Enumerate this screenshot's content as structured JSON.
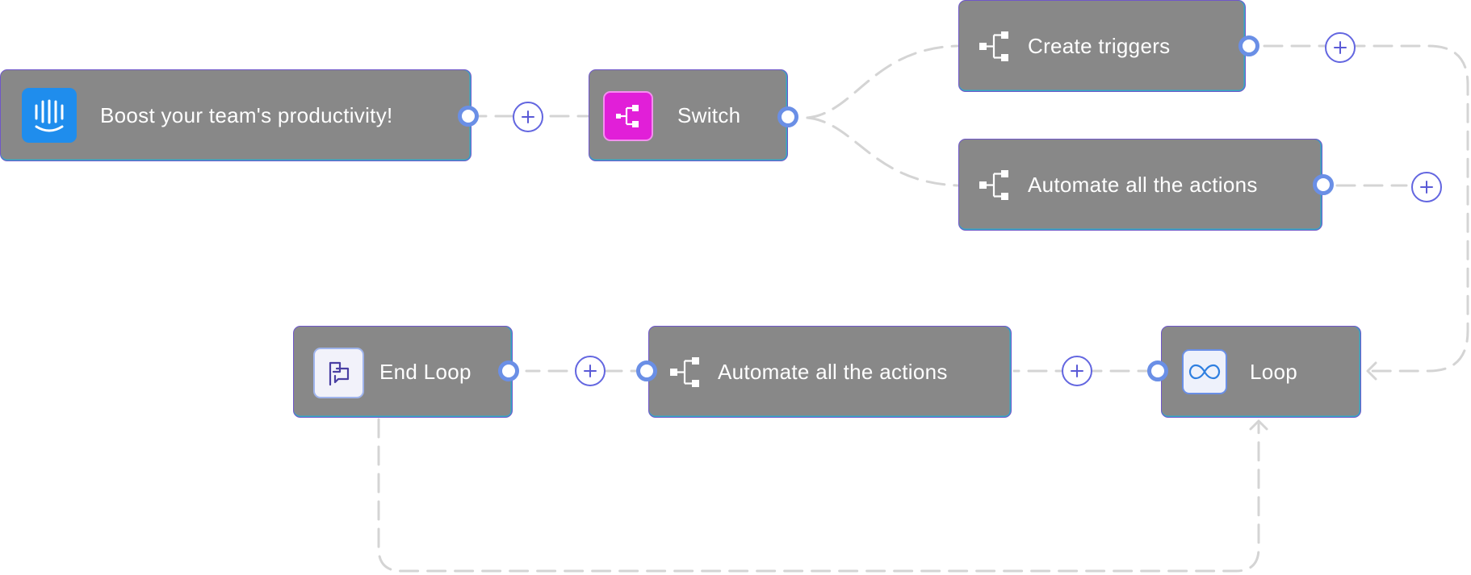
{
  "colors": {
    "node_fill": "#888888",
    "node_border": "#6f57c9",
    "port_ring": "#6a8fe6",
    "add_button": "#6366e0",
    "connector": "#d4d4d4",
    "intercom_icon_bg": "#1f8ded",
    "switch_icon_bg": "#e11fd8",
    "loop_icon_bg": "#eef1fb"
  },
  "nodes": {
    "trigger": {
      "label": "Boost your team's productivity!",
      "icon": "intercom-icon"
    },
    "switch": {
      "label": "Switch",
      "icon": "switch-icon"
    },
    "create_triggers": {
      "label": "Create triggers",
      "icon": "flow-tree-icon"
    },
    "automate_top": {
      "label": "Automate all the actions",
      "icon": "flow-tree-icon"
    },
    "end_loop": {
      "label": "End Loop",
      "icon": "end-loop-icon"
    },
    "automate_bottom": {
      "label": "Automate all the actions",
      "icon": "flow-tree-icon"
    },
    "loop": {
      "label": "Loop",
      "icon": "loop-icon"
    }
  },
  "add_button_icon": "plus-icon",
  "connector_style": "dashed"
}
